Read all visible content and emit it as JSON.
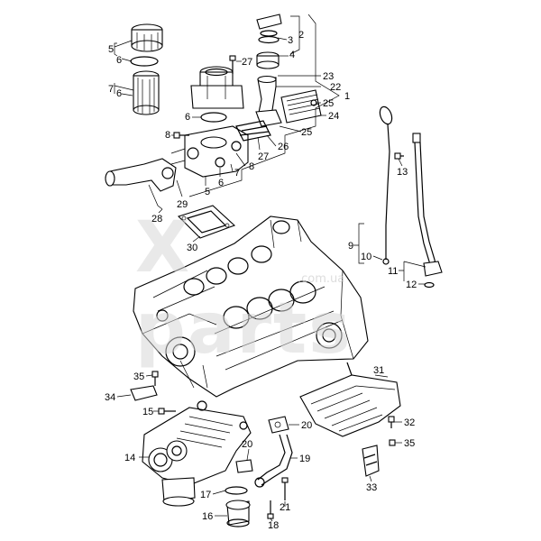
{
  "watermark": {
    "main": "X parts",
    "sub": ".com.ua"
  },
  "callouts": [
    {
      "id": "c5a",
      "label": "5"
    },
    {
      "id": "c6a",
      "label": "6"
    },
    {
      "id": "c7a",
      "label": "7"
    },
    {
      "id": "c6b",
      "label": "6"
    },
    {
      "id": "c27a",
      "label": "27"
    },
    {
      "id": "c6c",
      "label": "6"
    },
    {
      "id": "c8a",
      "label": "8"
    },
    {
      "id": "c3",
      "label": "3"
    },
    {
      "id": "c2",
      "label": "2"
    },
    {
      "id": "c4",
      "label": "4"
    },
    {
      "id": "c23",
      "label": "23"
    },
    {
      "id": "c22",
      "label": "22"
    },
    {
      "id": "c1",
      "label": "1"
    },
    {
      "id": "c25a",
      "label": "25"
    },
    {
      "id": "c24",
      "label": "24"
    },
    {
      "id": "c25b",
      "label": "25"
    },
    {
      "id": "c26",
      "label": "26"
    },
    {
      "id": "c27b",
      "label": "27"
    },
    {
      "id": "c8b",
      "label": "8"
    },
    {
      "id": "c7b",
      "label": "7"
    },
    {
      "id": "c6d",
      "label": "6"
    },
    {
      "id": "c5b",
      "label": "5"
    },
    {
      "id": "c29",
      "label": "29"
    },
    {
      "id": "c28",
      "label": "28"
    },
    {
      "id": "c30",
      "label": "30"
    },
    {
      "id": "c13",
      "label": "13"
    },
    {
      "id": "c9",
      "label": "9"
    },
    {
      "id": "c10",
      "label": "10"
    },
    {
      "id": "c11",
      "label": "11"
    },
    {
      "id": "c12",
      "label": "12"
    },
    {
      "id": "c35a",
      "label": "35"
    },
    {
      "id": "c34",
      "label": "34"
    },
    {
      "id": "c15",
      "label": "15"
    },
    {
      "id": "c20a",
      "label": "20"
    },
    {
      "id": "c20b",
      "label": "20"
    },
    {
      "id": "c19",
      "label": "19"
    },
    {
      "id": "c14",
      "label": "14"
    },
    {
      "id": "c17",
      "label": "17"
    },
    {
      "id": "c16",
      "label": "16"
    },
    {
      "id": "c21",
      "label": "21"
    },
    {
      "id": "c18",
      "label": "18"
    },
    {
      "id": "c31",
      "label": "31"
    },
    {
      "id": "c32",
      "label": "32"
    },
    {
      "id": "c35b",
      "label": "35"
    },
    {
      "id": "c33",
      "label": "33"
    }
  ]
}
